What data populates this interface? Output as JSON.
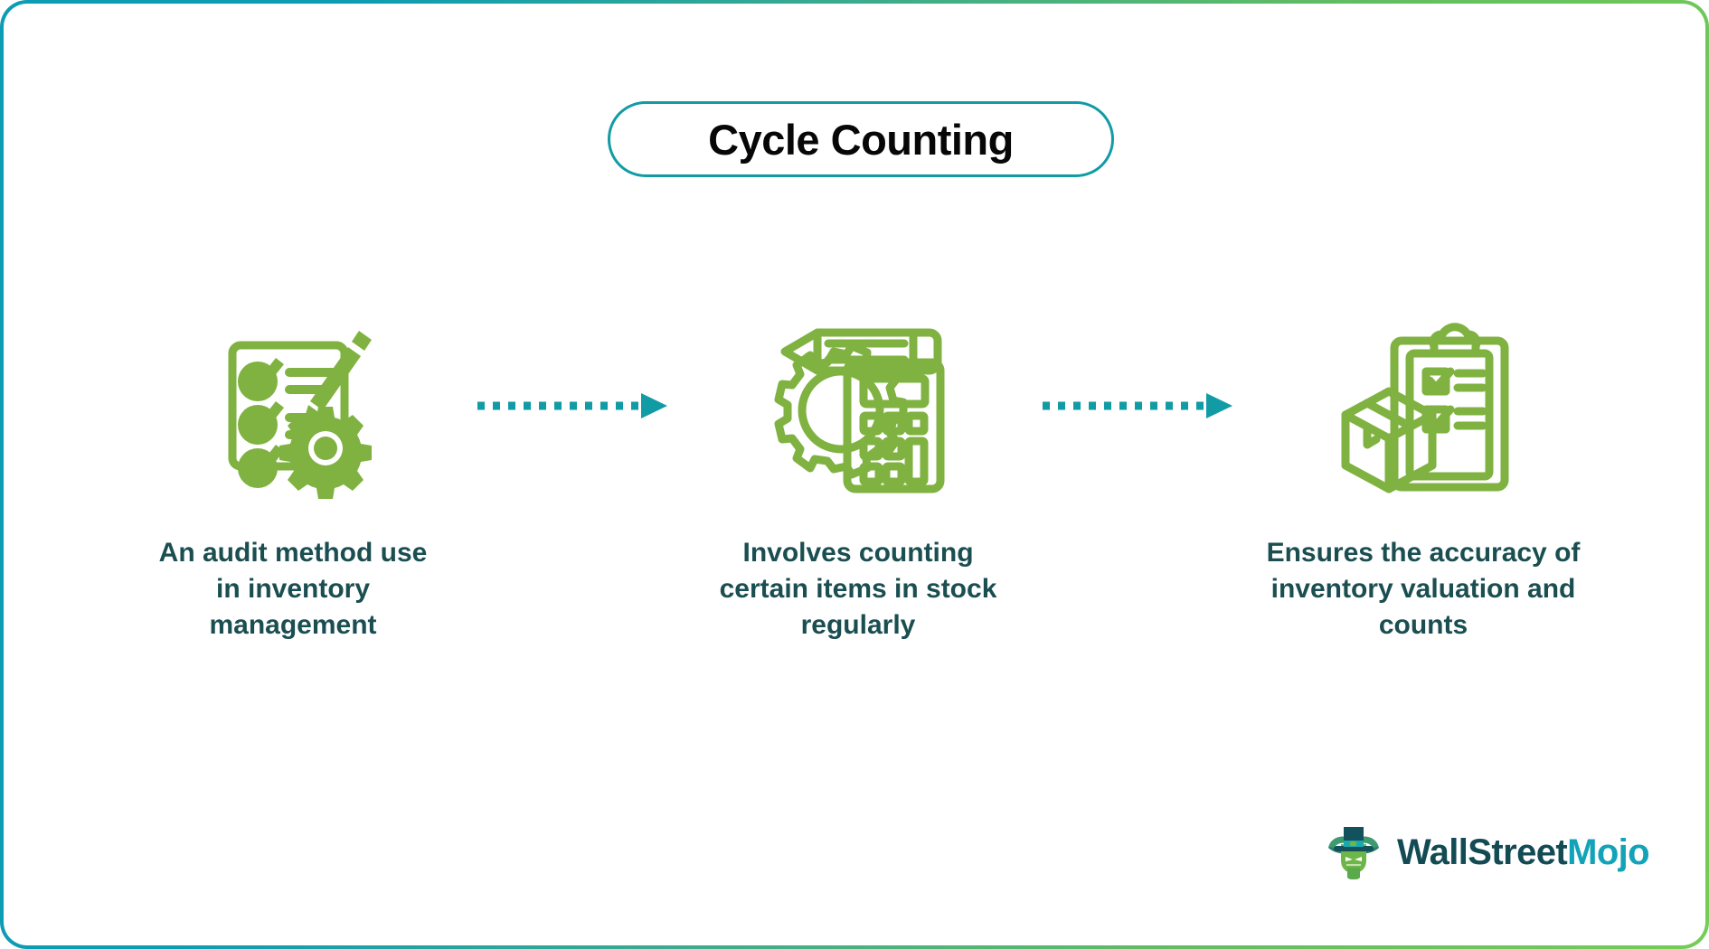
{
  "card": {
    "border_gradient_from": "#0c9cb3",
    "border_gradient_to": "#74cd55",
    "background": "#ffffff"
  },
  "title": {
    "text": "Cycle Counting",
    "color": "#070707",
    "pill_border_color": "#119ba5"
  },
  "theme": {
    "icon_green": "#7fb241",
    "caption_color": "#1a4e51",
    "arrow_color": "#119ba5"
  },
  "steps": [
    {
      "icon": "checklist-gear-pencil-icon",
      "caption": "An audit method use in inventory management"
    },
    {
      "icon": "calculator-gear-pencil-icon",
      "caption": "Involves counting certain items in stock regularly"
    },
    {
      "icon": "clipboard-box-icon",
      "caption": "Ensures the accuracy of inventory valuation and counts"
    }
  ],
  "connectors": [
    {
      "name": "dotted-arrow-right-icon"
    },
    {
      "name": "dotted-arrow-right-icon"
    }
  ],
  "logo": {
    "mark": "bull-mascot-icon",
    "word_primary": "WallStreet",
    "word_accent": "Mojo",
    "primary_color": "#134b54",
    "accent_color": "#13a3b8"
  }
}
